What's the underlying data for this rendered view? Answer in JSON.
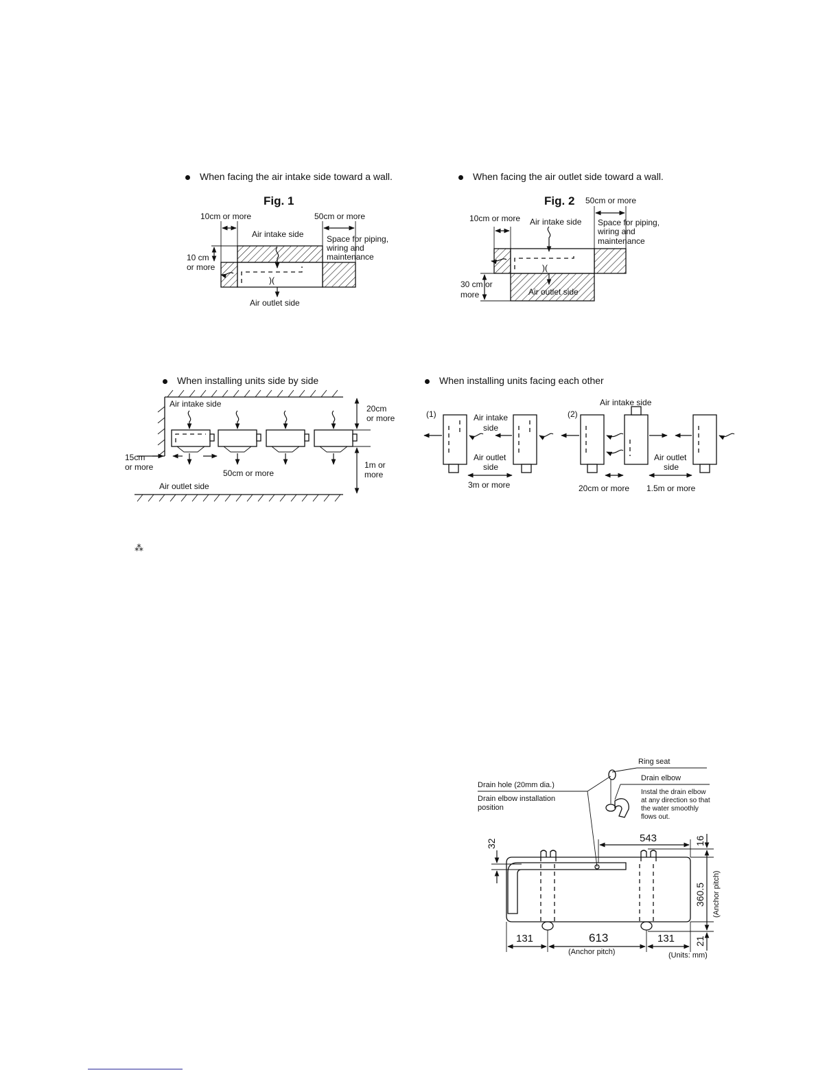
{
  "fig1": {
    "caption": "When facing the air intake side toward a wall.",
    "title": "Fig. 1",
    "labels": {
      "left_clear": "10cm or more",
      "right_clear": "50cm or more",
      "intake": "Air intake side",
      "space_1": "Space for piping,",
      "space_2": "wiring and",
      "space_3": "maintenance",
      "top_1": "10 cm",
      "top_2": "or more",
      "outlet": "Air outlet side"
    }
  },
  "fig2": {
    "caption": "When facing the air outlet side toward a wall.",
    "title": "Fig. 2",
    "labels": {
      "right_clear": "50cm or more",
      "left_clear": "10cm or more",
      "intake": "Air intake side",
      "space_1": "Space for piping,",
      "space_2": "wiring and",
      "space_3": "maintenance",
      "bottom_1": "30 cm or",
      "bottom_2": "more",
      "outlet": "Air outlet side"
    }
  },
  "side_by_side": {
    "caption": "When installing units side by side",
    "labels": {
      "intake": "Air intake side",
      "top_1": "20cm",
      "top_2": "or more",
      "left_1": "15cm",
      "left_2": "or more",
      "between": "50cm or more",
      "bottom_1": "1m or",
      "bottom_2": "more",
      "outlet": "Air outlet side"
    }
  },
  "facing": {
    "caption": "When installing units facing each other",
    "labels": {
      "top_intake": "Air intake side",
      "case1": "(1)",
      "case2": "(2)",
      "intake_1": "Air intake",
      "intake_2": "side",
      "outlet_1": "Air outlet",
      "outlet_2": "side",
      "dist1": "3m or more",
      "outlet2_1": "Air outlet",
      "outlet2_2": "side",
      "dist2": "20cm or more",
      "dist3": "1.5m or more"
    }
  },
  "note_symbol": "⁂",
  "drain": {
    "ring_seat": "Ring seat",
    "drain_elbow": "Drain elbow",
    "install_1": "Instal the drain elbow",
    "install_2": "at any direction so that",
    "install_3": "the water smoothly",
    "install_4": "flows out.",
    "hole": "Drain hole (20mm dia.)",
    "position_1": "Drain elbow installation",
    "position_2": "position",
    "dim_32": "32",
    "dim_543": "543",
    "dim_16": "16",
    "dim_360": "360.5",
    "anchor_v": "(Anchor pitch)",
    "dim_21": "21",
    "dim_131a": "131",
    "dim_613": "613",
    "dim_131b": "131",
    "anchor_h": "(Anchor pitch)",
    "units": "(Units: mm)"
  }
}
